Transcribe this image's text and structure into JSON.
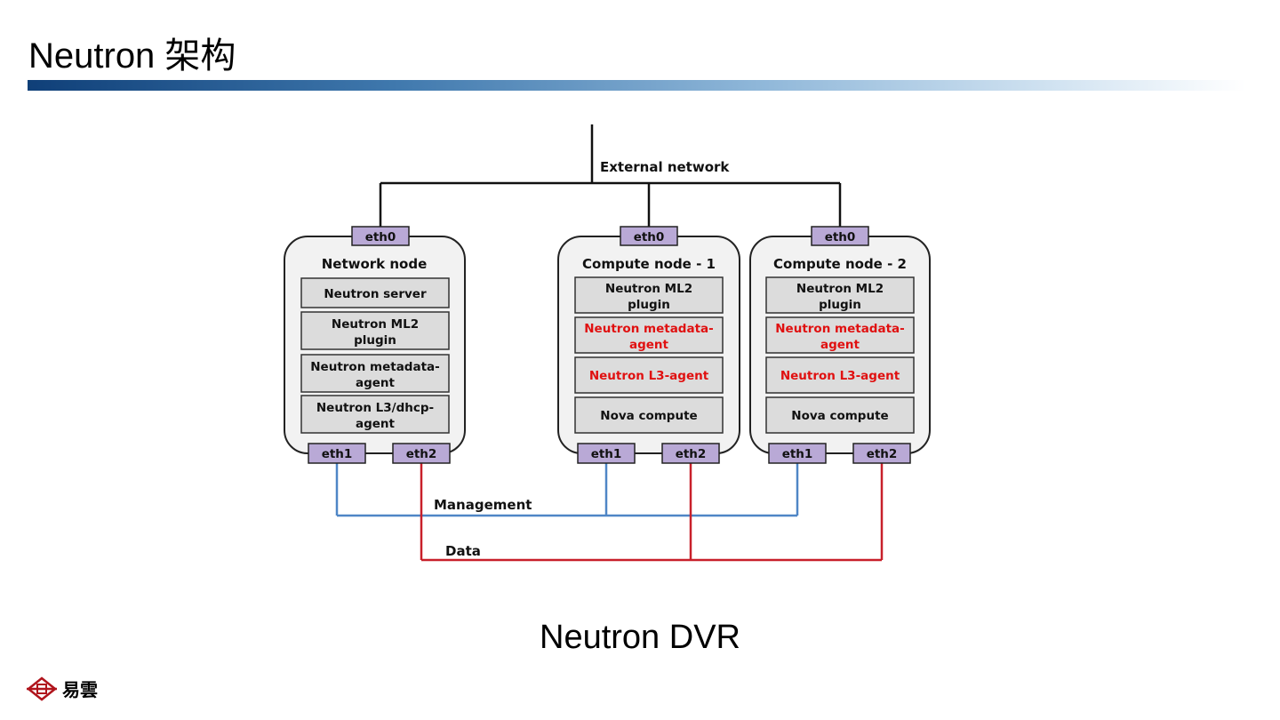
{
  "slide": {
    "title": "Neutron 架构",
    "caption": "Neutron DVR",
    "logo_text": "易雲",
    "colors": {
      "title_bar_start": "#0f3f78",
      "management": "#4f86c6",
      "data": "#c8202a",
      "port": "#b9a9d6",
      "red_text": "#e01010"
    }
  },
  "diagram": {
    "external_label": "External network",
    "management_label": "Management",
    "data_label": "Data",
    "nodes": [
      {
        "name": "Network node",
        "eth0": "eth0",
        "eth1": "eth1",
        "eth2": "eth2",
        "components": [
          {
            "l1": "Neutron server",
            "l2": "",
            "red": false
          },
          {
            "l1": "Neutron ML2",
            "l2": "plugin",
            "red": false
          },
          {
            "l1": "Neutron metadata-",
            "l2": "agent",
            "red": false
          },
          {
            "l1": "Neutron L3/dhcp-",
            "l2": "agent",
            "red": false
          }
        ]
      },
      {
        "name": "Compute node - 1",
        "eth0": "eth0",
        "eth1": "eth1",
        "eth2": "eth2",
        "components": [
          {
            "l1": "Neutron ML2",
            "l2": "plugin",
            "red": false
          },
          {
            "l1": "Neutron metadata-",
            "l2": "agent",
            "red": true
          },
          {
            "l1": "Neutron L3-agent",
            "l2": "",
            "red": true
          },
          {
            "l1": "Nova compute",
            "l2": "",
            "red": false
          }
        ]
      },
      {
        "name": "Compute node - 2",
        "eth0": "eth0",
        "eth1": "eth1",
        "eth2": "eth2",
        "components": [
          {
            "l1": "Neutron ML2",
            "l2": "plugin",
            "red": false
          },
          {
            "l1": "Neutron metadata-",
            "l2": "agent",
            "red": true
          },
          {
            "l1": "Neutron L3-agent",
            "l2": "",
            "red": true
          },
          {
            "l1": "Nova compute",
            "l2": "",
            "red": false
          }
        ]
      }
    ]
  }
}
